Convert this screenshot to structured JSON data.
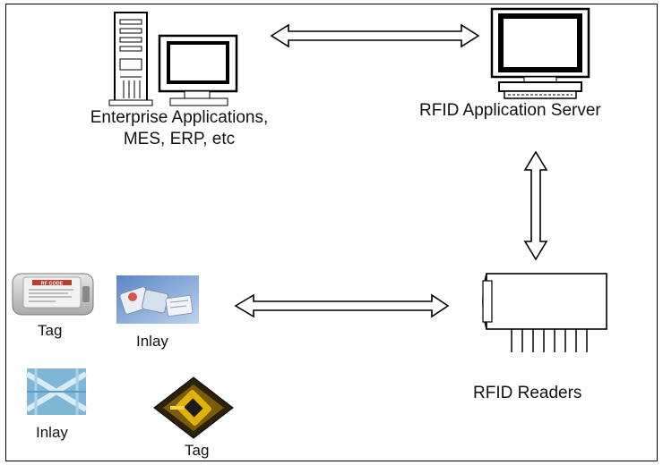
{
  "nodes": {
    "enterprise": {
      "line1": "Enterprise Applications,",
      "line2": "MES, ERP, etc"
    },
    "server": {
      "label": "RFID Application Server"
    },
    "readers": {
      "label": "RFID Readers"
    },
    "tag_card": {
      "label": "Tag",
      "logo_text": "RF CODE"
    },
    "inlay_top": {
      "label": "Inlay"
    },
    "inlay_bottom": {
      "label": "Inlay"
    },
    "tag_chip": {
      "label": "Tag"
    }
  },
  "edges": [
    {
      "from": "enterprise",
      "to": "server",
      "type": "bidirectional"
    },
    {
      "from": "server",
      "to": "readers",
      "type": "bidirectional"
    },
    {
      "from": "tags",
      "to": "readers",
      "type": "bidirectional"
    }
  ],
  "colors": {
    "border": "#000000",
    "arrow_fill": "#ffffff",
    "text": "#111111"
  }
}
